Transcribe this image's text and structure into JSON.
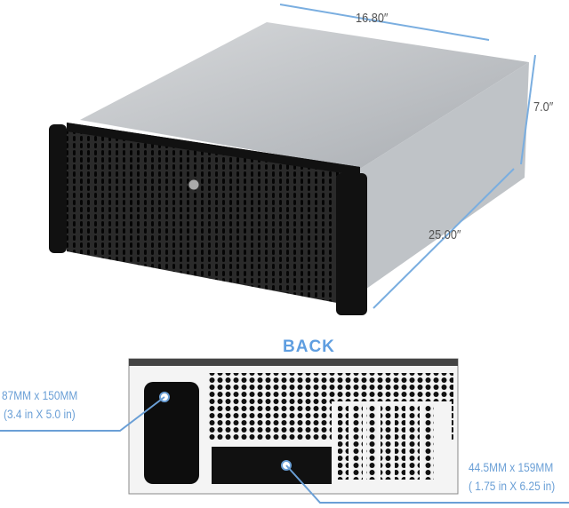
{
  "dimensions": {
    "width": "16.80″",
    "height": "7.0″",
    "depth": "25.00″"
  },
  "back_title": "BACK",
  "psu_callout": {
    "line1": "87MM x 150MM",
    "line2": "(3.4 in X 5.0 in)"
  },
  "slot_callout": {
    "line1": "44.5MM x 159MM",
    "line2": "( 1.75 in X 6.25 in)"
  },
  "colors": {
    "accent": "#6a9fd6",
    "chassis": "#c9ccd0",
    "front": "#1b1b1b"
  }
}
